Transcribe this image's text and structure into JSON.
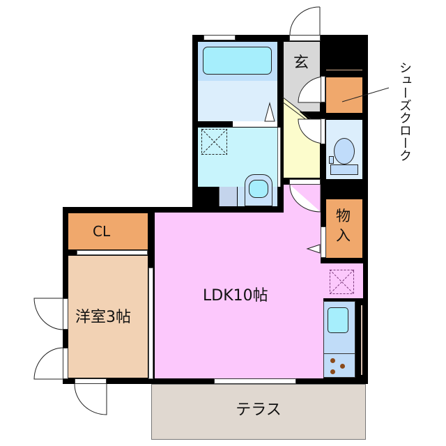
{
  "floorplan": {
    "rooms": {
      "ldk": {
        "label": "LDK10帖",
        "color": "#fcc8fc"
      },
      "western_room": {
        "label": "洋室3帖",
        "color": "#f2d2b4"
      },
      "closet": {
        "label": "CL",
        "color": "#f0a86c"
      },
      "entrance": {
        "label": "玄",
        "color": "#d8d8d8"
      },
      "storage": {
        "label": "物\n入",
        "label_top": "物",
        "label_bottom": "入",
        "color": "#f0a86c"
      },
      "shoe_closet": {
        "color": "#f0a86c"
      },
      "terrace": {
        "label": "テラス",
        "color": "#e0d8d0"
      },
      "hallway": {
        "color": "#fcfccc"
      },
      "bathroom": {
        "color": "#dceefc"
      },
      "washroom": {
        "color": "#c8f4fc"
      },
      "toilet": {
        "color": "#dceefc"
      },
      "kitchen": {
        "color": "#c0dcf8"
      }
    },
    "annotations": {
      "shoe_closet_callout": "シューズクローク"
    }
  }
}
